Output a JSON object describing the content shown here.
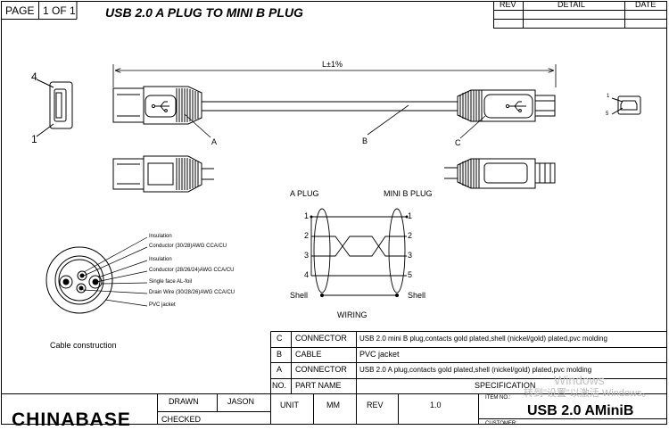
{
  "header": {
    "page_label": "PAGE",
    "page_value": "1 OF 1",
    "title": "USB 2.0 A PLUG TO MINI B PLUG",
    "rev_columns": [
      "REV",
      "DETAIL",
      "DATE"
    ]
  },
  "drawing": {
    "length_label": "L±1%",
    "callouts": [
      "A",
      "B",
      "C"
    ],
    "a_end_pins": [
      "4",
      "1"
    ],
    "b_end_pins": [
      "1",
      "5"
    ]
  },
  "wiring": {
    "title": "WIRING",
    "left_label": "A PLUG",
    "right_label": "MINI B PLUG",
    "left_pins": [
      "1",
      "2",
      "3",
      "4",
      "Shell"
    ],
    "right_pins": [
      "1",
      "2",
      "3",
      "5",
      "Shell"
    ]
  },
  "cable_construction": {
    "title": "Cable construction",
    "labels": [
      "Insulation",
      "Conductor (30/28)AWG CCA/CU",
      "Insulation",
      "Conductor (28/26/24)AWG CCA/CU",
      "Single face AL-foil",
      "Drain Wire (30/28/26)AWG CCA/CU",
      "PVC jacket"
    ]
  },
  "bom": {
    "rows": [
      {
        "no": "C",
        "part": "CONNECTOR",
        "spec": "USB 2.0  mini B plug,contacts gold plated,shell (nickel/gold) plated,pvc molding"
      },
      {
        "no": "B",
        "part": "CABLE",
        "spec": "PVC jacket"
      },
      {
        "no": "A",
        "part": "CONNECTOR",
        "spec": "USB 2.0  A plug,contacts gold plated,shell (nickel/gold) plated,pvc molding"
      }
    ],
    "header": {
      "no": "NO.",
      "part": "PART NAME",
      "spec": "SPECIFICATION"
    }
  },
  "title_block": {
    "company": "CHINABASE",
    "drawn_label": "DRAWN",
    "drawn_value": "JASON",
    "checked_label": "CHECKED",
    "unit_label": "UNIT",
    "unit_value": "MM",
    "rev_label": "REV",
    "rev_value": "1.0",
    "item_no_label": "ITEM NO.:",
    "item_no_value": "USB 2.0 AMiniB",
    "customer_label": "CUSTOMER:"
  },
  "watermark": {
    "line1": "Windows",
    "line2": "转到\"设置\"以激活 Windows。"
  }
}
